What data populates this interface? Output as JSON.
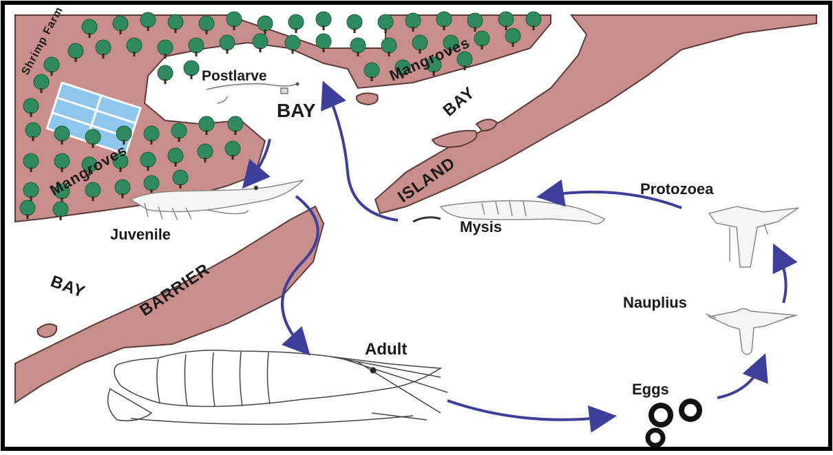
{
  "title": "",
  "colors": {
    "land": "#c98e8c",
    "water": "#ffffff",
    "tree": "#2f8a5e",
    "arrow": "#3d3f9a",
    "pond": "#8fc6ee",
    "frame": "#000000"
  },
  "labels": {
    "shrimp_farm": "Shrimp Farm",
    "mangroves_top": "Mangroves",
    "mangroves_left": "Mangroves",
    "postlarve": "Postlarve",
    "bay_center": "BAY",
    "bay_right": "BAY",
    "bay_left": "BAY",
    "island": "ISLAND",
    "barrier": "BARRIER",
    "juvenile": "Juvenile",
    "mysis": "Mysis",
    "protozoea": "Protozoea",
    "nauplius": "Nauplius",
    "adult": "Adult",
    "eggs": "Eggs"
  },
  "icons": {
    "tree": "tree-icon",
    "egg": "egg-icon",
    "shrimp": "shrimp-icon",
    "larva": "larva-icon"
  }
}
